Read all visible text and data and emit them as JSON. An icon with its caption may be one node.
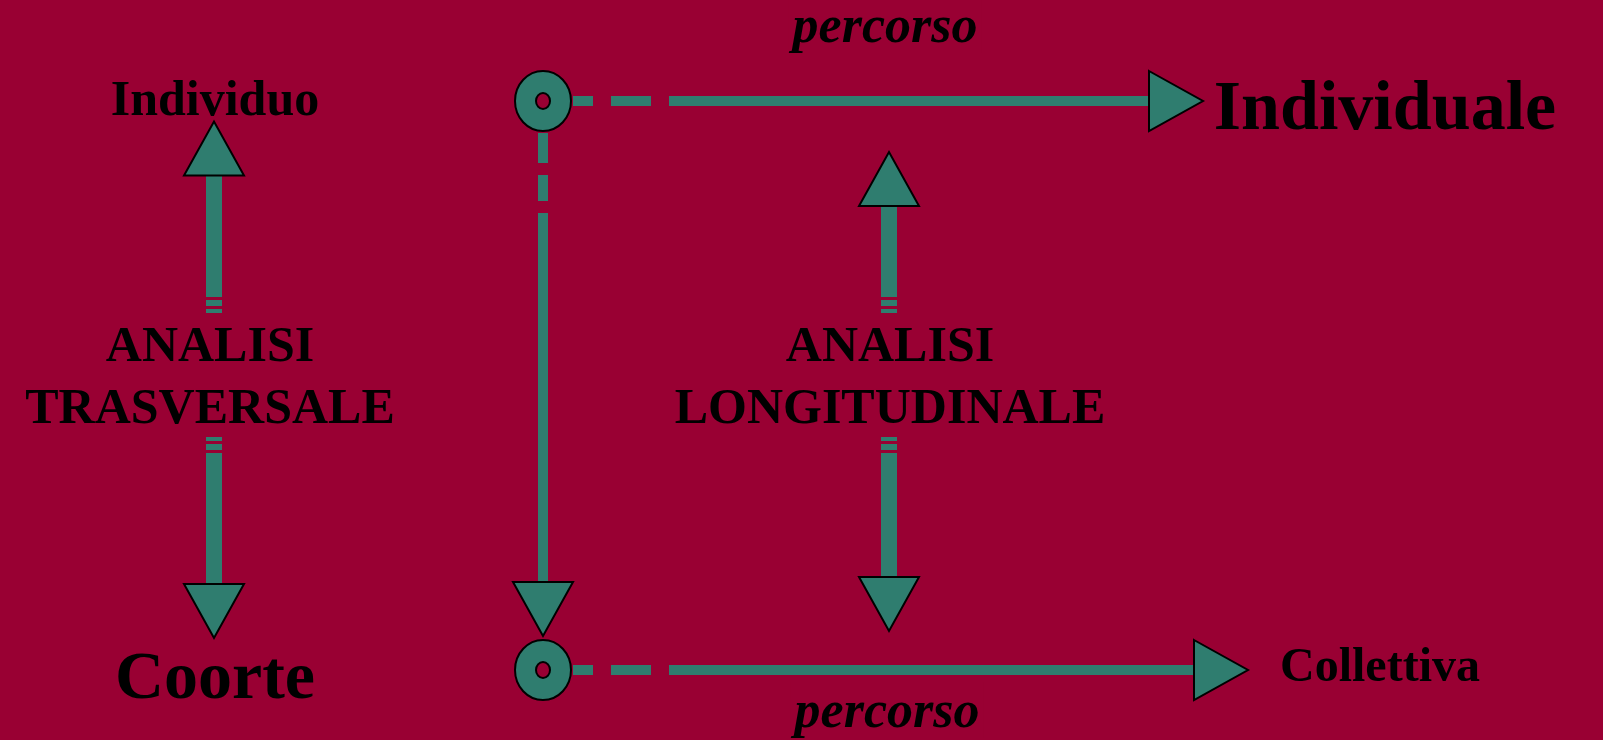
{
  "diagram": {
    "nodes": [
      {
        "text": [
          "Individuo"
        ]
      },
      {
        "text": [
          "ANALISI TRASVERSALE"
        ]
      },
      {
        "text": [
          "Coorte"
        ]
      },
      {
        "text": [],
        "shape": "circle"
      },
      {
        "text": [],
        "shape": "circle"
      },
      {
        "text": [
          "Individuale"
        ]
      },
      {
        "text": [
          "ANALISI LONGITUDINALE"
        ]
      },
      {
        "text": [
          "Collettiva"
        ]
      }
    ],
    "edges": [
      {
        "from": 1,
        "to": 0,
        "arrow": "to"
      },
      {
        "from": 1,
        "to": 2,
        "arrow": "to"
      },
      {
        "from": 3,
        "to": 5,
        "arrow": "to",
        "label": "percorso"
      },
      {
        "from": 3,
        "to": 4,
        "arrow": "to"
      },
      {
        "from": 6,
        "to": null,
        "arrow": "to"
      },
      {
        "from": 6,
        "to": null,
        "arrow": "to"
      },
      {
        "from": 4,
        "to": 7,
        "arrow": "to",
        "label": "percorso"
      }
    ]
  }
}
